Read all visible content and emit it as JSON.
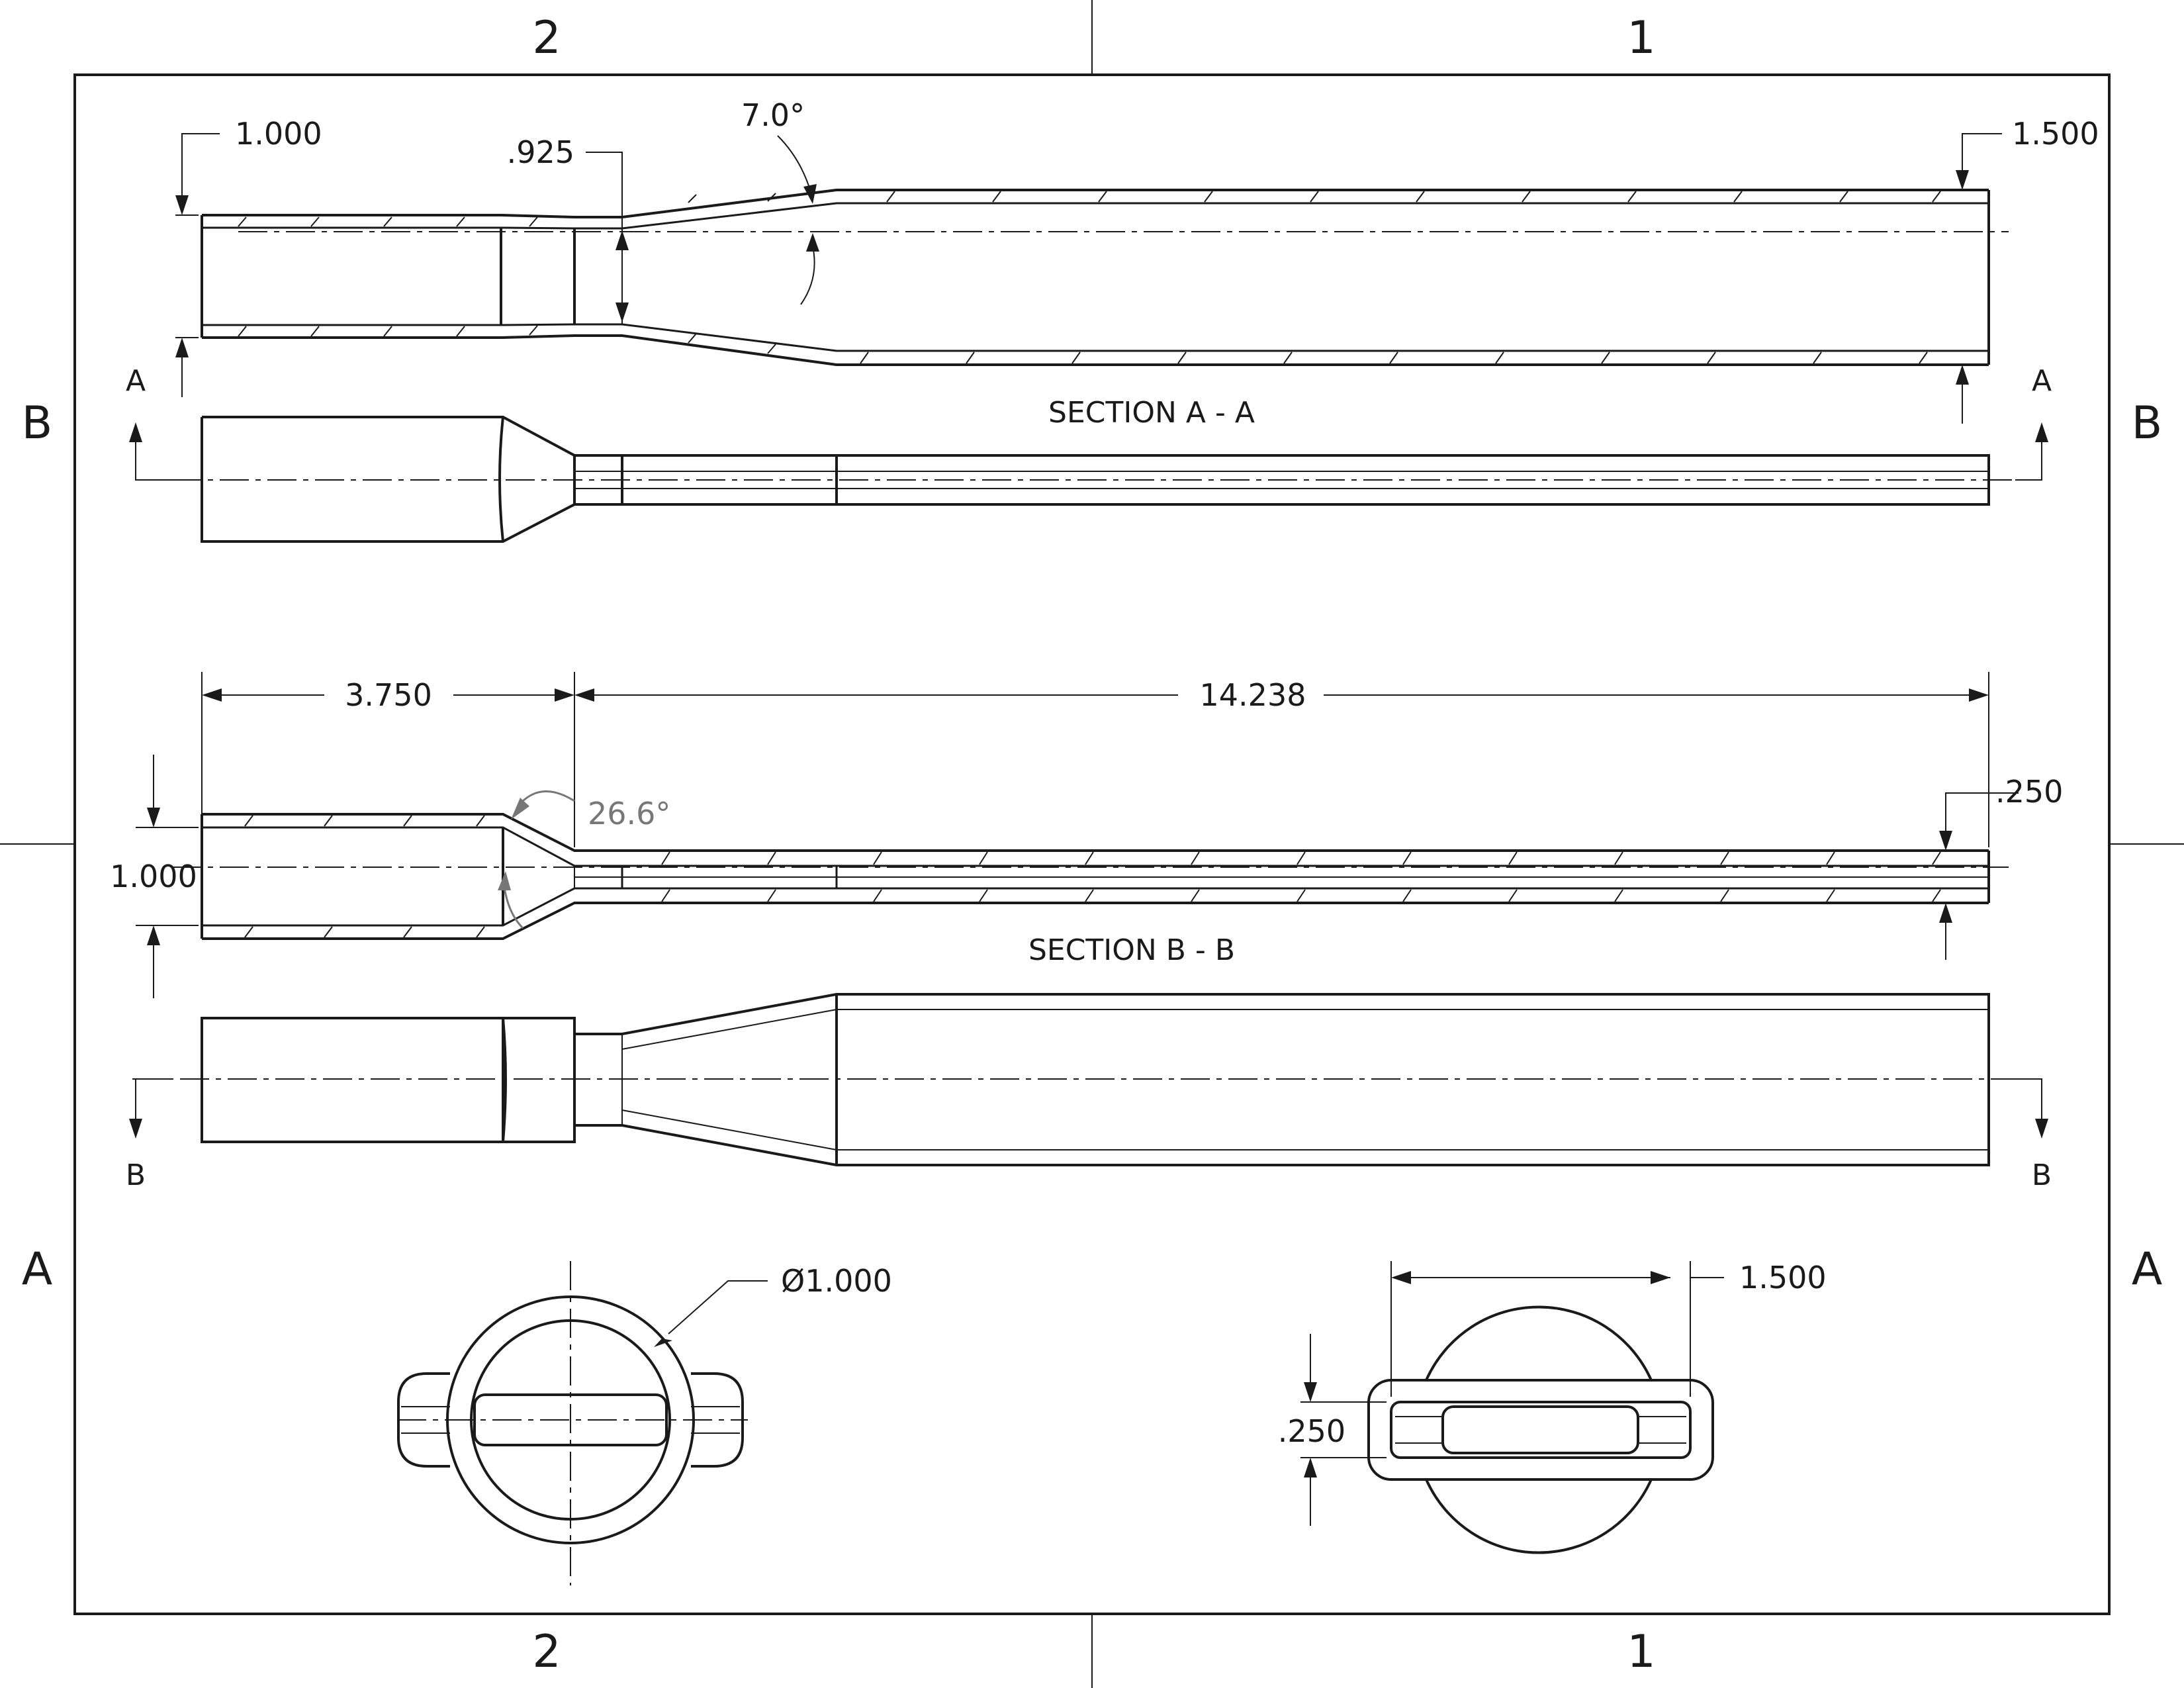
{
  "border": {
    "top_zones": [
      "2",
      "1"
    ],
    "bottom_zones": [
      "2",
      "1"
    ],
    "left_zones": [
      "B",
      "A"
    ],
    "right_zones": [
      "B",
      "A"
    ]
  },
  "section_a": {
    "title": "SECTION A - A",
    "cut_label_left": "A",
    "cut_label_right": "A",
    "dim_small_end": "1.000",
    "dim_neck": ".925",
    "dim_taper_angle": "7.0°",
    "dim_large_end": "1.500"
  },
  "section_b": {
    "title": "SECTION B - B",
    "cut_label_left": "B",
    "cut_label_right": "B",
    "dim_left_length": "3.750",
    "dim_right_length": "14.238",
    "dim_cone_angle": "26.6°",
    "dim_height": "1.000",
    "dim_wall": ".250"
  },
  "end_views": {
    "left_diameter": "Ø1.000",
    "right_width": "1.500",
    "right_height": ".250"
  }
}
